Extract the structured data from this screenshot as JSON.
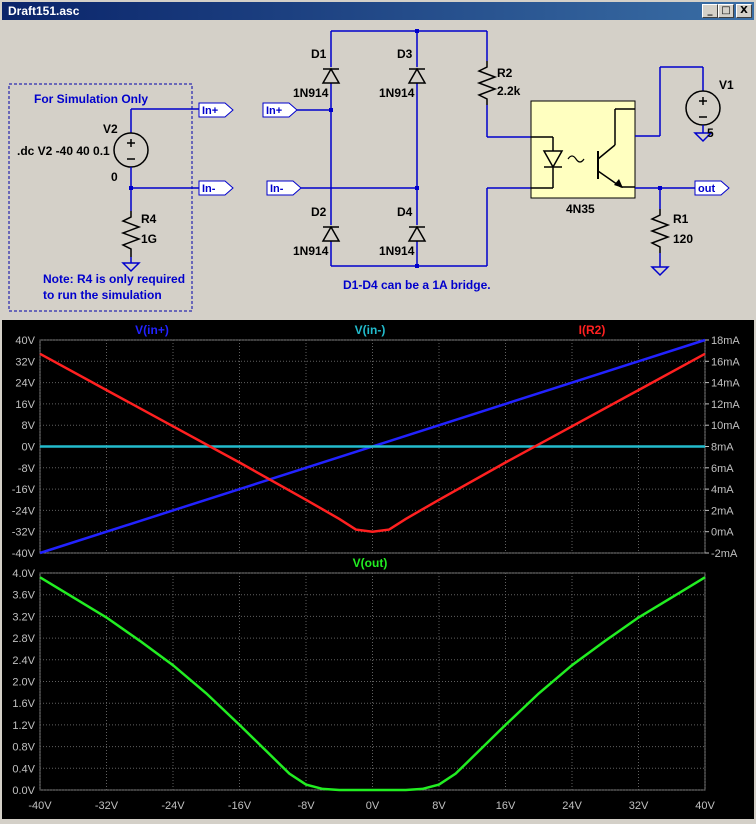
{
  "window": {
    "title": "Draft151.asc",
    "btn_min": "_",
    "btn_max": "□",
    "btn_close": "X"
  },
  "schematic": {
    "sim_box_label": "For Simulation Only",
    "v2": {
      "name": "V2",
      "value": "0",
      "directive": ".dc V2 -40 40 0.1"
    },
    "r4": {
      "name": "R4",
      "value": "1G"
    },
    "note_line1": "Note: R4 is only required",
    "note_line2": "to run the simulation",
    "labels": {
      "in_plus": "In+",
      "in_minus": "In-",
      "out": "out"
    },
    "d1": {
      "name": "D1",
      "value": "1N914"
    },
    "d2": {
      "name": "D2",
      "value": "1N914"
    },
    "d3": {
      "name": "D3",
      "value": "1N914"
    },
    "d4": {
      "name": "D4",
      "value": "1N914"
    },
    "r2": {
      "name": "R2",
      "value": "2.2k"
    },
    "u1": {
      "name": "4N35"
    },
    "v1": {
      "name": "V1",
      "value": "5"
    },
    "r1": {
      "name": "R1",
      "value": "120"
    },
    "bridge_note": "D1-D4 can be a 1A bridge."
  },
  "chart_data": [
    {
      "type": "line",
      "x_ticks": [
        "-40V",
        "-32V",
        "-24V",
        "-16V",
        "-8V",
        "0V",
        "8V",
        "16V",
        "24V",
        "32V",
        "40V"
      ],
      "y_left_ticks": [
        "40V",
        "32V",
        "24V",
        "16V",
        "8V",
        "0V",
        "-8V",
        "-16V",
        "-24V",
        "-32V",
        "-40V"
      ],
      "y_right_ticks": [
        "18mA",
        "16mA",
        "14mA",
        "12mA",
        "10mA",
        "8mA",
        "6mA",
        "4mA",
        "2mA",
        "0mA",
        "-2mA"
      ],
      "xlim": [
        -40,
        40
      ],
      "ylim_left": [
        -40,
        40
      ],
      "ylim_right": [
        -2,
        18
      ],
      "grid": true,
      "colors": {
        "in_plus": "#2222ff",
        "in_minus": "#22bbcc",
        "i_r2": "#ff2020"
      },
      "series": [
        {
          "name": "V(in+)",
          "axis": "left",
          "x": [
            -40,
            40
          ],
          "y": [
            -40,
            40
          ]
        },
        {
          "name": "V(in-)",
          "axis": "left",
          "x": [
            -40,
            40
          ],
          "y": [
            0,
            0
          ]
        },
        {
          "name": "I(R2)",
          "axis": "right",
          "x": [
            -40,
            -32,
            -24,
            -16,
            -8,
            -4,
            -2,
            0,
            2,
            4,
            8,
            16,
            24,
            32,
            40
          ],
          "y": [
            16.7,
            13.3,
            9.9,
            6.5,
            3.0,
            1.2,
            0.2,
            0.0,
            0.2,
            1.2,
            3.0,
            6.5,
            9.9,
            13.3,
            16.7
          ]
        }
      ]
    },
    {
      "type": "line",
      "x_ticks": [
        "-40V",
        "-32V",
        "-24V",
        "-16V",
        "-8V",
        "0V",
        "8V",
        "16V",
        "24V",
        "32V",
        "40V"
      ],
      "y_ticks": [
        "4.0V",
        "3.6V",
        "3.2V",
        "2.8V",
        "2.4V",
        "2.0V",
        "1.6V",
        "1.2V",
        "0.8V",
        "0.4V",
        "0.0V"
      ],
      "xlim": [
        -40,
        40
      ],
      "ylim": [
        0,
        4
      ],
      "grid": true,
      "colors": {
        "out": "#22ee22"
      },
      "series": [
        {
          "name": "V(out)",
          "x": [
            -40,
            -36,
            -32,
            -28,
            -24,
            -20,
            -16,
            -12,
            -10,
            -8,
            -6,
            -4,
            -2,
            0,
            2,
            4,
            6,
            8,
            10,
            12,
            16,
            20,
            24,
            28,
            32,
            36,
            40
          ],
          "y": [
            3.92,
            3.55,
            3.18,
            2.75,
            2.3,
            1.78,
            1.2,
            0.6,
            0.3,
            0.1,
            0.02,
            0.0,
            0.0,
            0.0,
            0.0,
            0.0,
            0.02,
            0.1,
            0.3,
            0.6,
            1.2,
            1.78,
            2.3,
            2.75,
            3.18,
            3.55,
            3.92
          ]
        }
      ]
    }
  ]
}
